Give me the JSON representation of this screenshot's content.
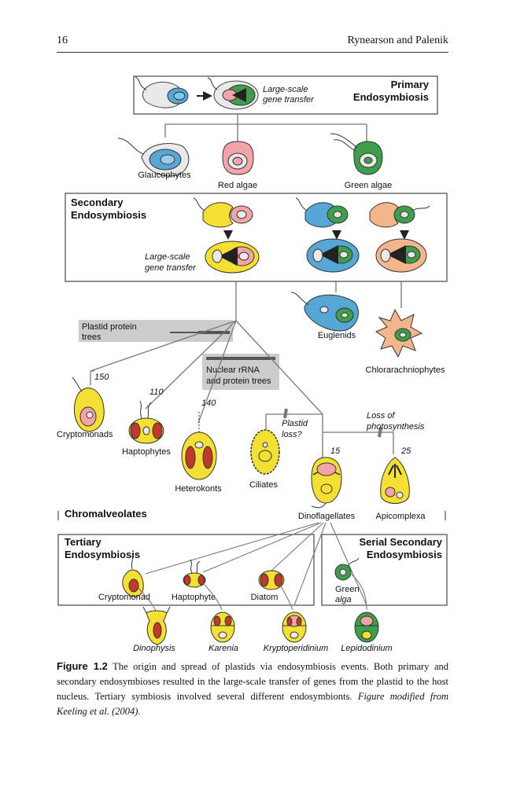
{
  "header": {
    "page_number": "16",
    "running_head": "Rynearson and Palenik"
  },
  "diagram": {
    "primary": {
      "title_line1": "Primary",
      "title_line2": "Endosymbiosis",
      "transfer_line1": "Large-scale",
      "transfer_line2": "gene transfer"
    },
    "primary_lineages": {
      "glaucophytes": "Glaucophytes",
      "red_algae": "Red algae",
      "green_algae": "Green algae"
    },
    "secondary": {
      "title_line1": "Secondary",
      "title_line2": "Endosymbiosis",
      "transfer_line1": "Large-scale",
      "transfer_line2": "gene transfer"
    },
    "green_secondary": {
      "euglenids": "Euglenids",
      "chlorarachniophytes": "Chlorarachniophytes"
    },
    "evidence": {
      "plastid_trees_line1": "Plastid protein",
      "plastid_trees_line2": "trees",
      "nuclear_line1": "Nuclear rRNA",
      "nuclear_line2": "and protein trees"
    },
    "chromalveolates": {
      "group_label": "Chromalveolates",
      "cryptomonads": "Cryptomonads",
      "cryptomonads_count": "150",
      "haptophytes": "Haptophytes",
      "haptophytes_count": "110",
      "heterokonts": "Heterokonts",
      "heterokonts_count": "140",
      "ciliates": "Ciliates",
      "plastid_loss_line1": "Plastid",
      "plastid_loss_line2": "loss?",
      "loss_photo_line1": "Loss of",
      "loss_photo_line2": "photosynthesis",
      "dinoflagellates": "Dinoflagellates",
      "dino_count": "15",
      "apicomplexa": "Apicomplexa",
      "apico_count": "25"
    },
    "tertiary": {
      "title_line1": "Tertiary",
      "title_line2": "Endosymbiosis",
      "cryptomonad": "Cryptomonad",
      "haptophyte": "Haptophyte",
      "diatom": "Diatom"
    },
    "serial_secondary": {
      "title_line1": "Serial Secondary",
      "title_line2": "Endosymbiosis",
      "green_line1": "Green",
      "green_line2": "alga"
    },
    "dino_hosts": {
      "dinophysis": "Dinophysis",
      "karenia": "Karenia",
      "kryptoperidinium": "Kryptoperidinium",
      "lepidodinium": "Lepidodinium"
    }
  },
  "caption": {
    "label": "Figure 1.2",
    "text": "The origin and spread of plastids via endosymbiosis events. Both primary and secondary endosymbioses resulted in the large-scale transfer of genes from the plastid to the host nucleus. Tertiary symbiosis involved several different endosymbionts.",
    "credit": "Figure modified from Keeling et al. (2004)."
  },
  "colors": {
    "glaucophyte_blue": "#56a7d6",
    "red_alga": "#f2a4a8",
    "green_alga": "#3f9e4a",
    "chromalveolate_yellow": "#f4e032",
    "chlorarachnio_orange": "#f3b58a",
    "box_border": "#555555",
    "evidence_gray": "#cccccc"
  }
}
